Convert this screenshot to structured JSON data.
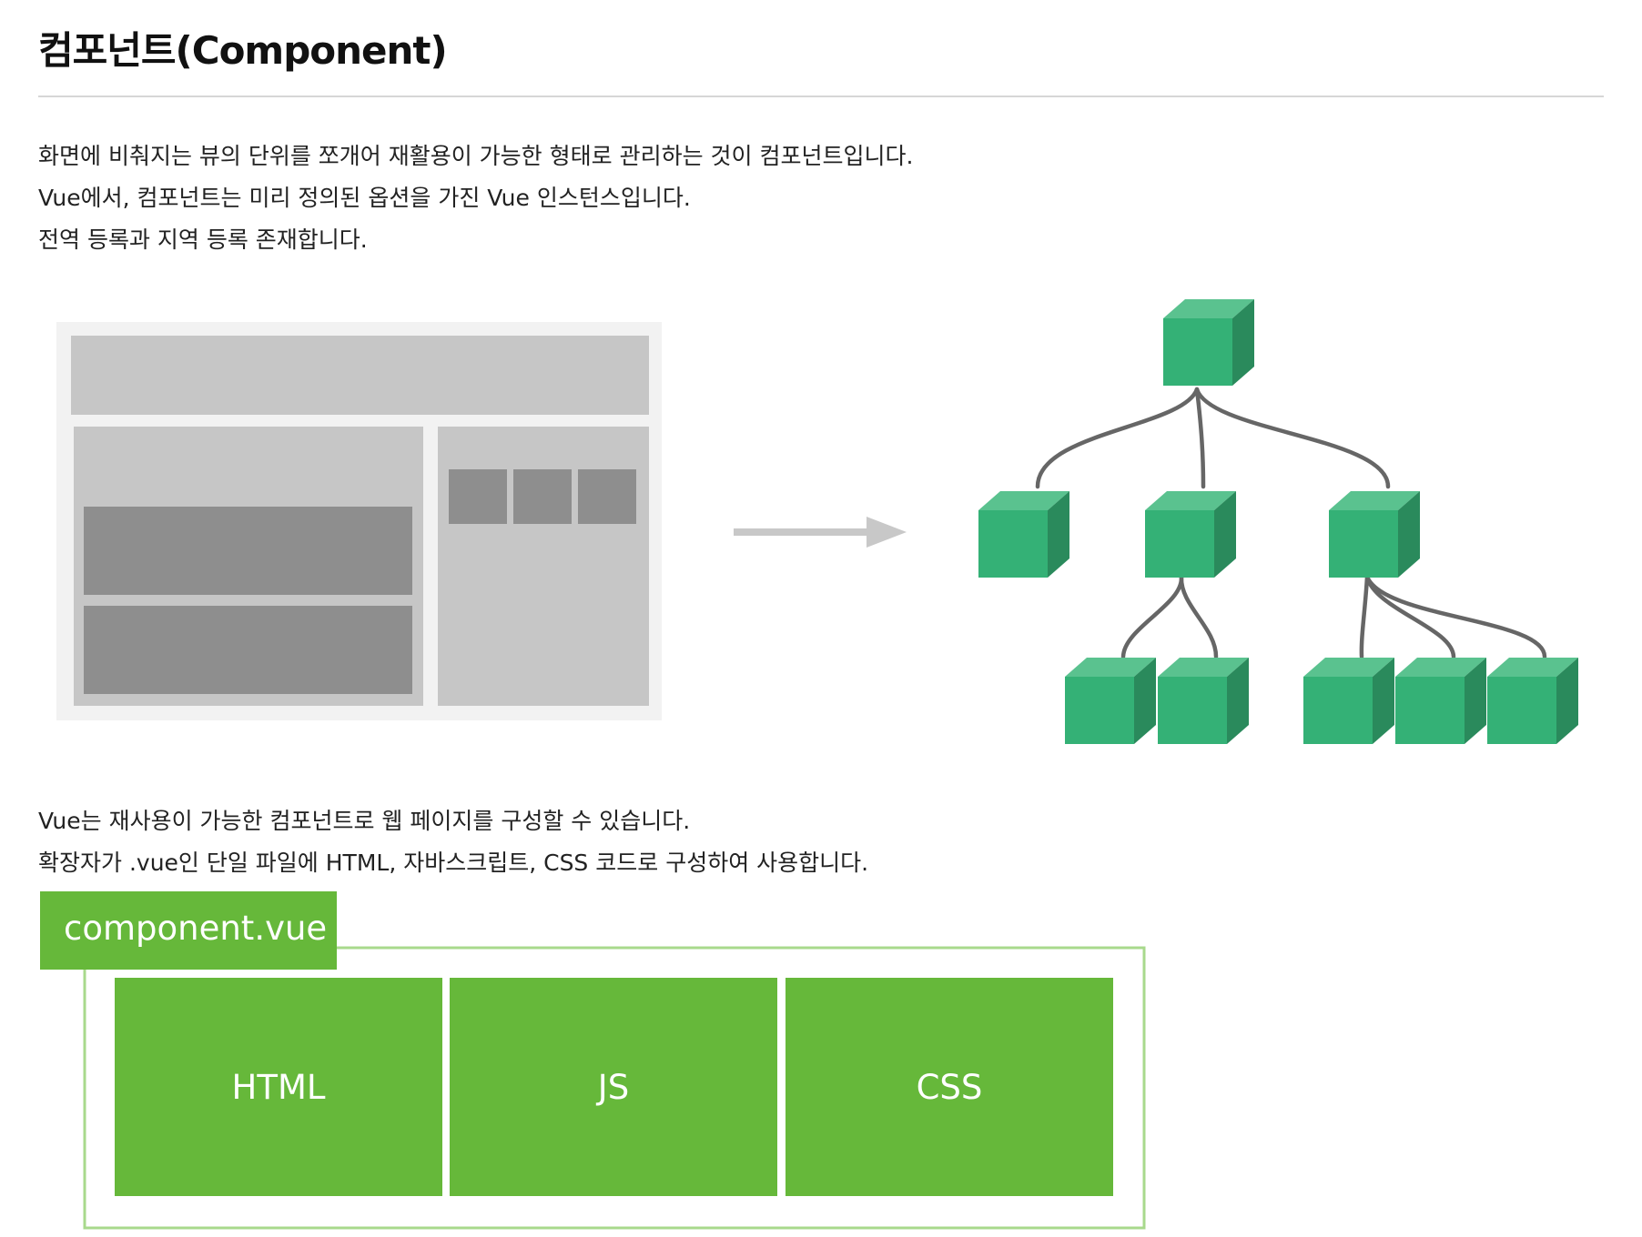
{
  "title": "컴포넌트(Component)",
  "intro": [
    "화면에 비춰지는 뷰의 단위를 쪼개어 재활용이 가능한 형태로 관리하는 것이 컴포넌트입니다.",
    "Vue에서, 컴포넌트는 미리 정의된 옵션을 가진 Vue 인스턴스입니다.",
    "전역 등록과 지역 등록 존재합니다."
  ],
  "details": [
    "Vue는 재사용이 가능한 컴포넌트로 웹 페이지를 구성할 수 있습니다.",
    "확장자가 .vue인 단일 파일에 HTML, 자바스크립트, CSS 코드로 구성하여 사용합니다."
  ],
  "tree_diagram": {
    "levels": [
      1,
      3,
      5
    ],
    "children_per_node": [
      2,
      3
    ],
    "colors": {
      "cube_front": "#34b176",
      "cube_top": "#5ac28f",
      "cube_side": "#2a8a5c",
      "connector": "#666666",
      "arrow": "#c8c8c8"
    }
  },
  "sfc": {
    "tag_label": "component.vue",
    "sections": [
      "HTML",
      "JS",
      "CSS"
    ],
    "colors": {
      "fill": "#66b83a",
      "outline": "#a8d98c"
    }
  }
}
